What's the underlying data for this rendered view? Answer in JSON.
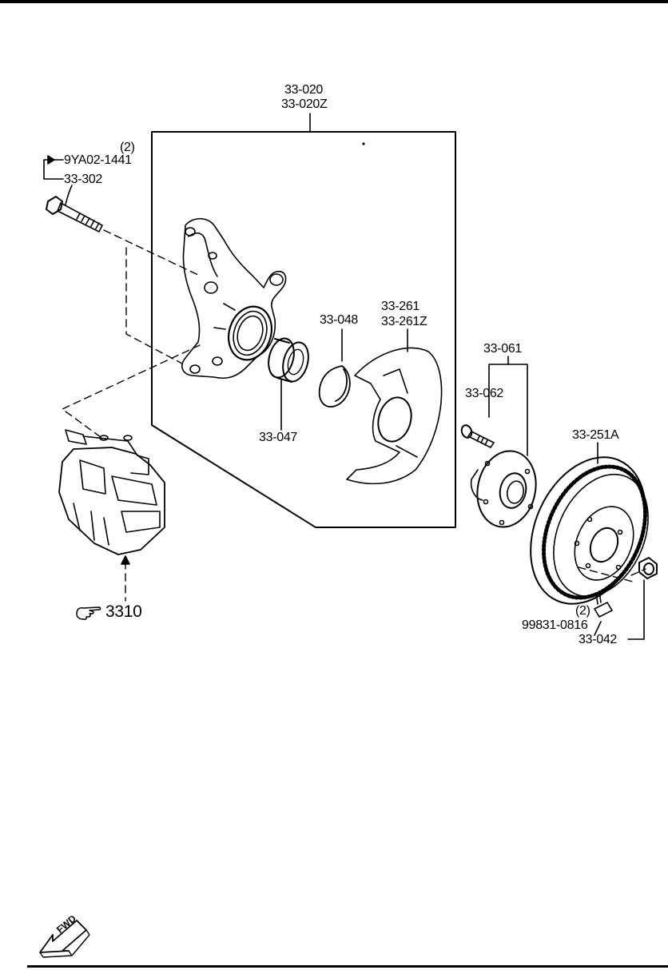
{
  "labels": {
    "knuckle_assy": "33-020",
    "knuckle_assy_z": "33-020Z",
    "bolt_part": "9YA02-1441",
    "bolt_qty": "(2)",
    "bolt_group": "33-302",
    "bearing_snap": "33-048",
    "dust_cover": "33-261",
    "dust_cover_z": "33-261Z",
    "bearing": "33-047",
    "hub_assy": "33-061",
    "hub_bolt": "33-062",
    "disc": "33-251A",
    "screw_qty": "(2)",
    "screw_part": "99831-0816",
    "lock_nut": "33-042",
    "caliper_ref": "3310",
    "fwd": "FWD"
  },
  "icons": {
    "caliper_ref_icon": "pointing-hand-icon",
    "fwd_icon": "forward-arrow-icon"
  }
}
